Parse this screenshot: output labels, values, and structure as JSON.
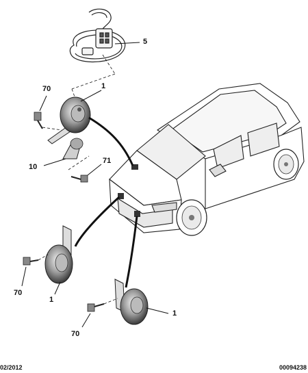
{
  "callouts": {
    "c5": "5",
    "c70_top": "70",
    "c1_top": "1",
    "c10": "10",
    "c71": "71",
    "c70_left": "70",
    "c1_left": "1",
    "c1_right": "1",
    "c70_bottom": "70"
  },
  "footer": {
    "date": "02/2012",
    "ref": "00094238"
  }
}
